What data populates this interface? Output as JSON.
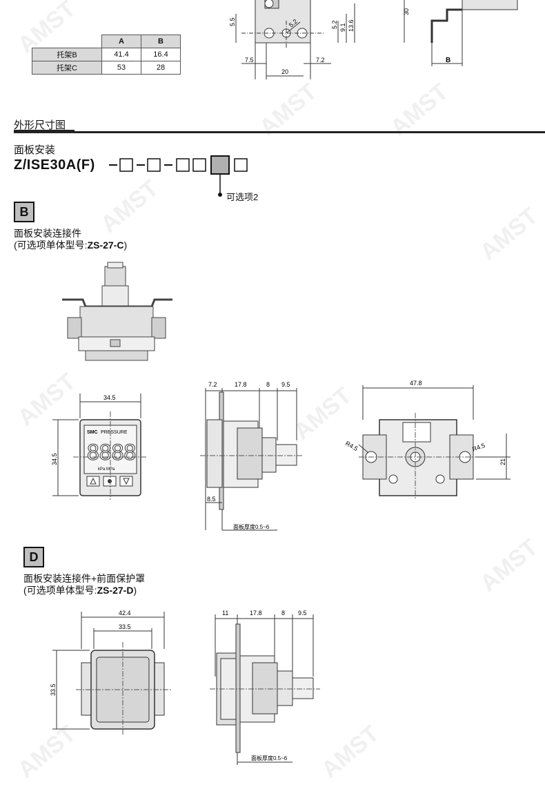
{
  "bracket_table": {
    "headers": [
      "A",
      "B"
    ],
    "rows": [
      {
        "label": "托架B",
        "a": "41.4",
        "b": "16.4"
      },
      {
        "label": "托架C",
        "a": "53",
        "b": "28"
      }
    ]
  },
  "top_drawing": {
    "dims": {
      "d55": "5.5",
      "d52a": "5.2",
      "d52b": "5.2",
      "d91": "9.1",
      "d136": "13.6",
      "d75": "7.5",
      "d20": "20",
      "d72": "7.2",
      "d30": "30",
      "b": "B"
    }
  },
  "section": {
    "title": "外形尺寸图",
    "mount_label": "面板安装",
    "model_code": "Z/ISE30A(F)",
    "option_label": "可选项2"
  },
  "part_b": {
    "letter": "B",
    "title_line1": "面板安装连接件",
    "title_line2_prefix": "(可选项单体型号:",
    "title_line2_model": "ZS-27-C",
    "title_line2_suffix": ")",
    "front_dims": {
      "width": "34.5",
      "height": "34.5"
    },
    "display": {
      "brand": "SMC",
      "label": "PRESSURE",
      "units": "kPa MPa",
      "digits": "8888"
    },
    "side_dims": {
      "d72": "7.2",
      "d178": "17.8",
      "d8": "8",
      "d95": "9.5",
      "d85": "8.5",
      "panel": "面板厚度0.5~6"
    },
    "rear_dims": {
      "d478": "47.8",
      "r_left": "R4.5",
      "r_right": "R4.5",
      "d21": "21"
    }
  },
  "part_d": {
    "letter": "D",
    "title_line1": "面板安装连接件+前面保护罩",
    "title_line2_prefix": "(可选项单体型号:",
    "title_line2_model": "ZS-27-D",
    "title_line2_suffix": ")",
    "front_dims": {
      "outer_width": "42.4",
      "inner_width": "33.5",
      "height": "33.5"
    },
    "side_dims": {
      "d11": "11",
      "d178": "17.8",
      "d8": "8",
      "d95": "9.5",
      "panel": "面板厚度0.5~6"
    }
  },
  "watermark": "AMST"
}
